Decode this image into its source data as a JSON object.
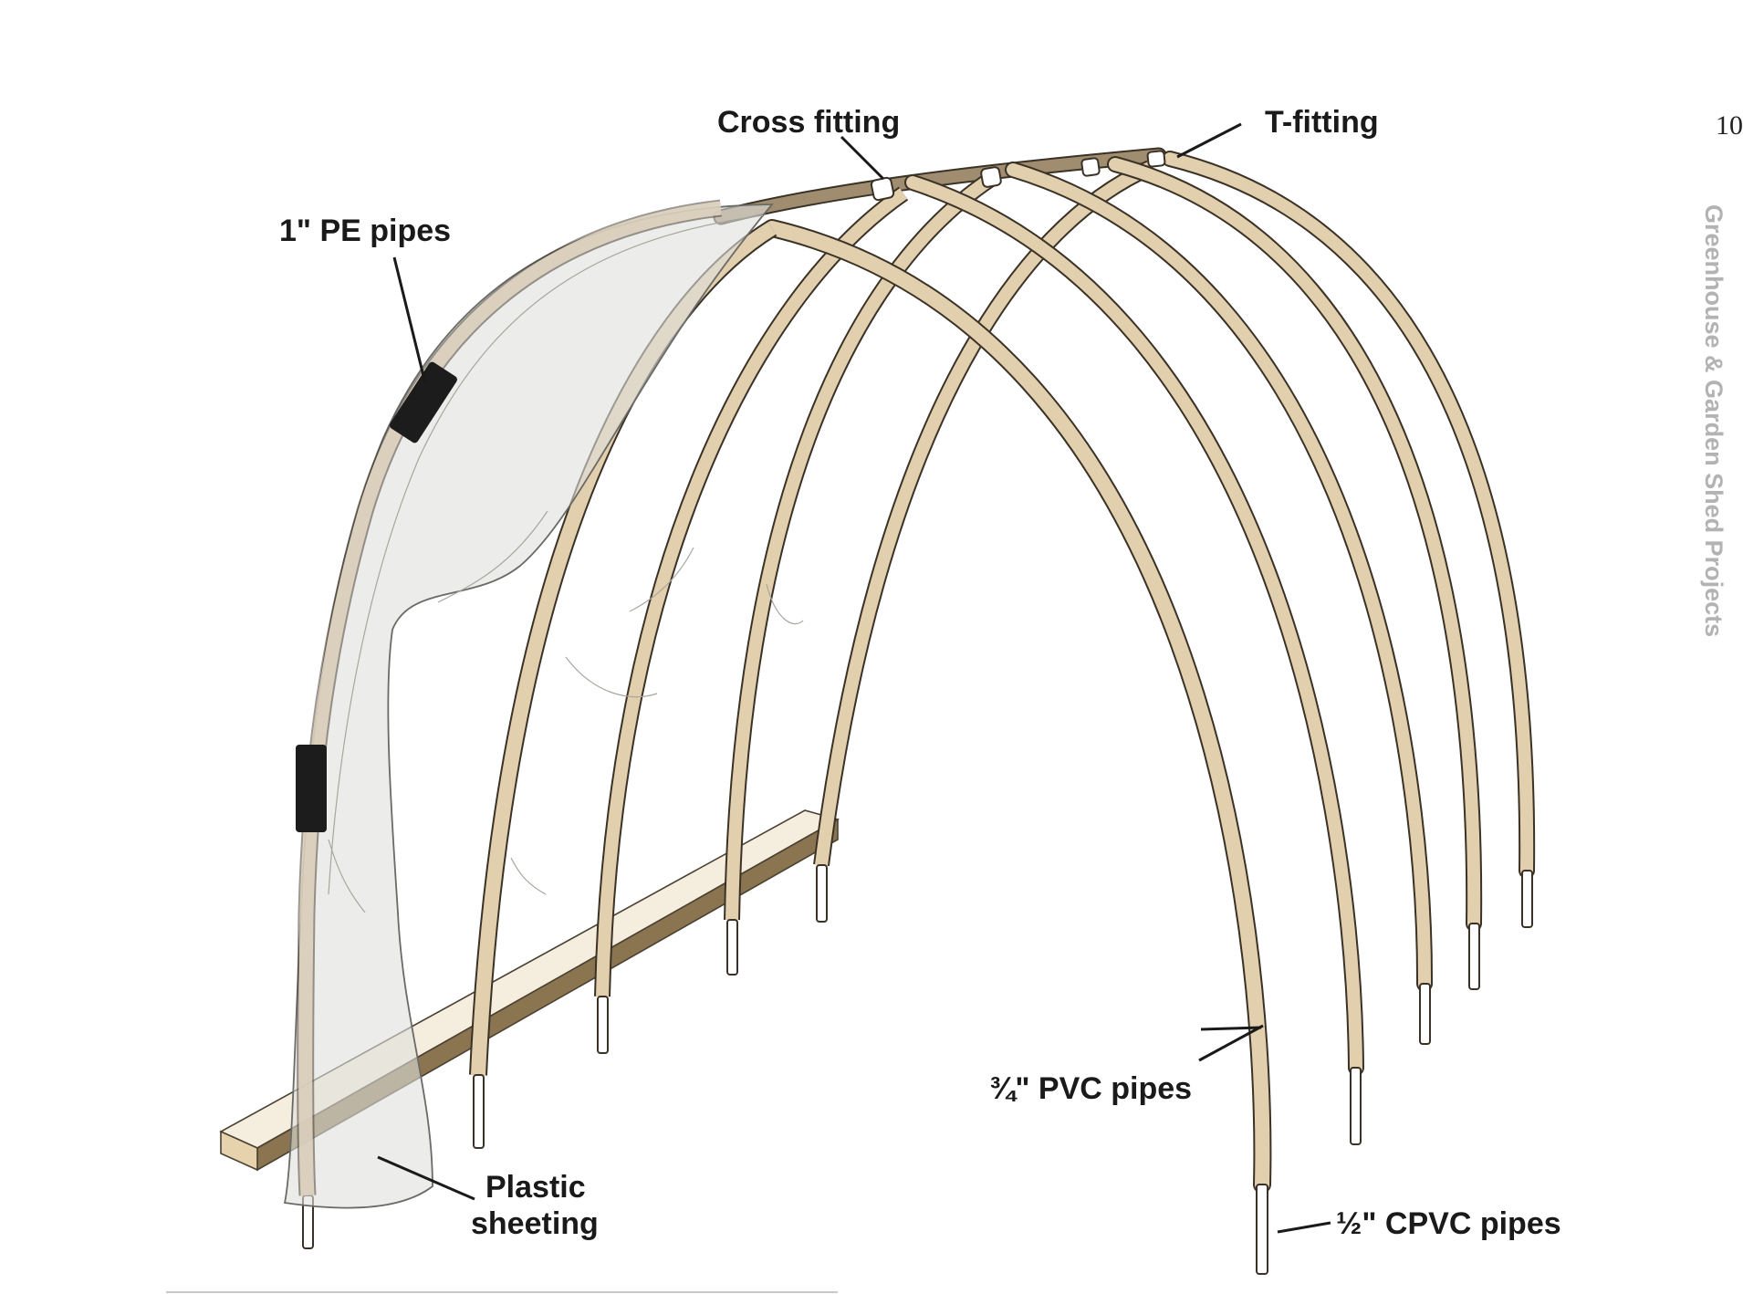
{
  "page": {
    "number": "10",
    "running_head": "Greenhouse & Garden Shed Projects"
  },
  "callouts": {
    "cross_fitting": "Cross fitting",
    "t_fitting": "T-fitting",
    "pe_pipes": "1\" PE pipes",
    "pvc_pipes": "¾\" PVC pipes",
    "cpvc_pipes": "½\" CPVC pipes",
    "plastic_sheeting_line1": "Plastic",
    "plastic_sheeting_line2": "sheeting"
  },
  "colors": {
    "pvc_fill": "#e2cfae",
    "pvc_outline": "#3a3226",
    "ridge_pipe": "#a08c6e",
    "cpvc_fill": "#ffffff",
    "pe_sleeve": "#1c1c1c",
    "sheeting": "#dfe0dc",
    "board_top": "#f3ead7",
    "board_end": "#e6d2ad",
    "board_side": "#8a7550"
  }
}
